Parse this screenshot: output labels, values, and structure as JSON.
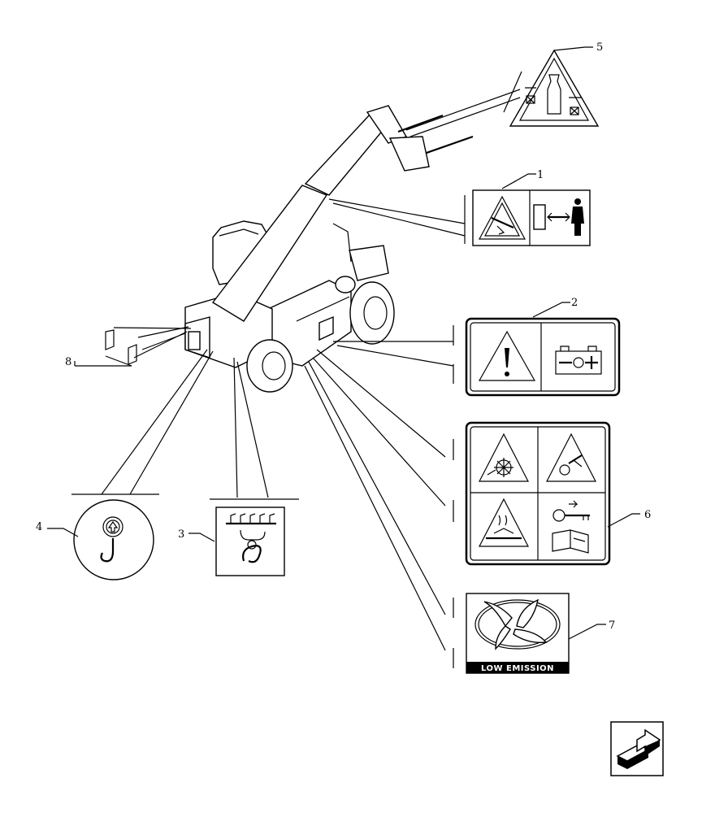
{
  "callouts": [
    {
      "id": "1",
      "text": "1"
    },
    {
      "id": "2",
      "text": "2"
    },
    {
      "id": "3",
      "text": "3"
    },
    {
      "id": "4",
      "text": "4"
    },
    {
      "id": "5",
      "text": "5"
    },
    {
      "id": "6",
      "text": "6"
    },
    {
      "id": "7",
      "text": "7"
    },
    {
      "id": "8",
      "text": "8"
    }
  ],
  "decal7_text": "LOW EMISSION",
  "nav": {
    "icon": "next-page-arrow-icon"
  }
}
